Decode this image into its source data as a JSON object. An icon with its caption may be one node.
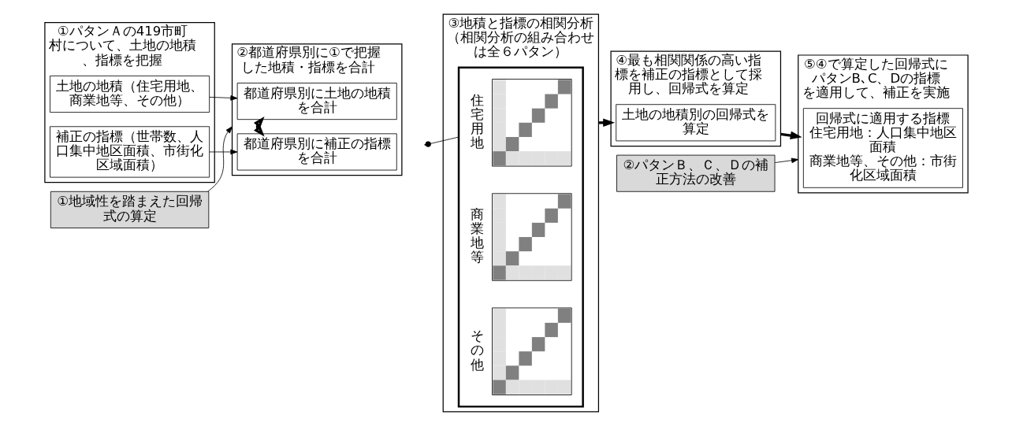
{
  "diagram": {
    "nodes": [
      {
        "text": [
          "①パタンＡの419市町村について、土地の地積、指標を把握"
        ]
      },
      {
        "text": [
          "土地の地積（住宅用地、商業地等、その他）"
        ],
        "in": 0
      },
      {
        "text": [
          "補正の指標（世帯数、人口集中地区面積、市街化区域面積）"
        ],
        "in": 0
      },
      {
        "text": [
          "②都道府県別に①で把握した地積・指標を合計"
        ]
      },
      {
        "text": [
          "都道府県別に土地の地積を合計"
        ],
        "in": 3
      },
      {
        "text": [
          "都道府県別に補正の指標を合計"
        ],
        "in": 3
      },
      {
        "text": [
          "③地積と指標の相関分析（相関分析の組み合わせは全６パタン）"
        ]
      },
      {
        "text": [],
        "shape": "box",
        "in": 6
      },
      {
        "text": [],
        "shape": "picture",
        "in": 7,
        "beside": [
          "住宅用地"
        ]
      },
      {
        "text": [],
        "shape": "picture",
        "in": 7,
        "beside": [
          "商業地等"
        ]
      },
      {
        "text": [],
        "shape": "picture",
        "in": 7,
        "beside": [
          "その他"
        ]
      },
      {
        "text": [
          "④最も相関関係の高い指標を補正の指標として採用し、回帰式を算定"
        ]
      },
      {
        "text": [
          "土地の地積別の回帰式を算定"
        ],
        "in": 11
      },
      {
        "text": [
          "⑤④で算定した回帰式にパタンB､C、Dの指標を適用して、補正を実施"
        ]
      },
      {
        "text": [
          "回帰式に適用する指標",
          "住宅用地：人口集中地区面積",
          "商業地等、その他：市街化区域面積"
        ],
        "in": 13
      },
      {
        "text": [
          "①地域性を踏まえた回帰式の算定"
        ]
      },
      {
        "text": [
          "②パタンＢ、Ｃ、Ｄの補正方法の改善"
        ]
      }
    ],
    "edges": [
      {
        "from": 1,
        "to": 4,
        "arrow": "to"
      },
      {
        "from": 2,
        "to": 5,
        "arrow": "to"
      },
      {
        "from": 4,
        "to": 5,
        "arrow": "both",
        "style": "thick"
      },
      {
        "from": null,
        "to": 7,
        "arrow": "other"
      },
      {
        "from": 6,
        "to": 11,
        "arrow": "to",
        "style": "thick"
      },
      {
        "from": 11,
        "to": 13,
        "arrow": "to",
        "style": "thick"
      },
      {
        "from": 15,
        "to": 3,
        "arrow": "to"
      },
      {
        "from": 16,
        "to": 13,
        "arrow": "to"
      }
    ]
  }
}
